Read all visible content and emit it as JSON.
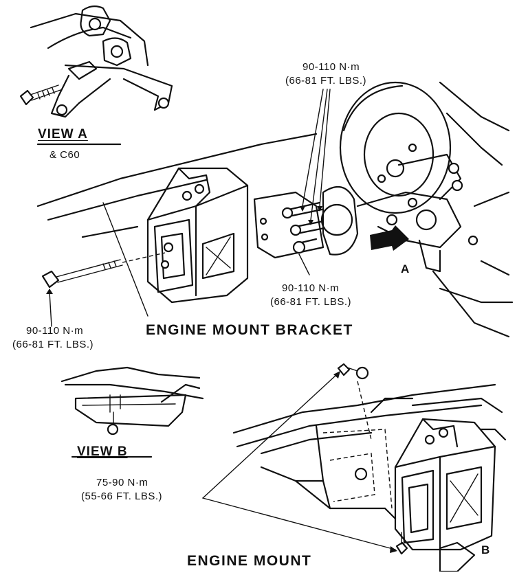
{
  "labels": {
    "view_a": "VIEW A",
    "view_a_sub": "& C60",
    "torque_top_line1": "90-110 N·m",
    "torque_top_line2": "(66-81 FT. LBS.)",
    "torque_mid_line1": "90-110 N·m",
    "torque_mid_line2": "(66-81 FT. LBS.)",
    "torque_left_line1": "90-110 N·m",
    "torque_left_line2": "(66-81 FT. LBS.)",
    "engine_mount_bracket": "ENGINE MOUNT BRACKET",
    "view_b": "VIEW B",
    "torque_bottom_line1": "75-90 N·m",
    "torque_bottom_line2": "(55-66 FT. LBS.)",
    "engine_mount": "ENGINE MOUNT",
    "arrow_a": "A",
    "arrow_b": "B"
  }
}
